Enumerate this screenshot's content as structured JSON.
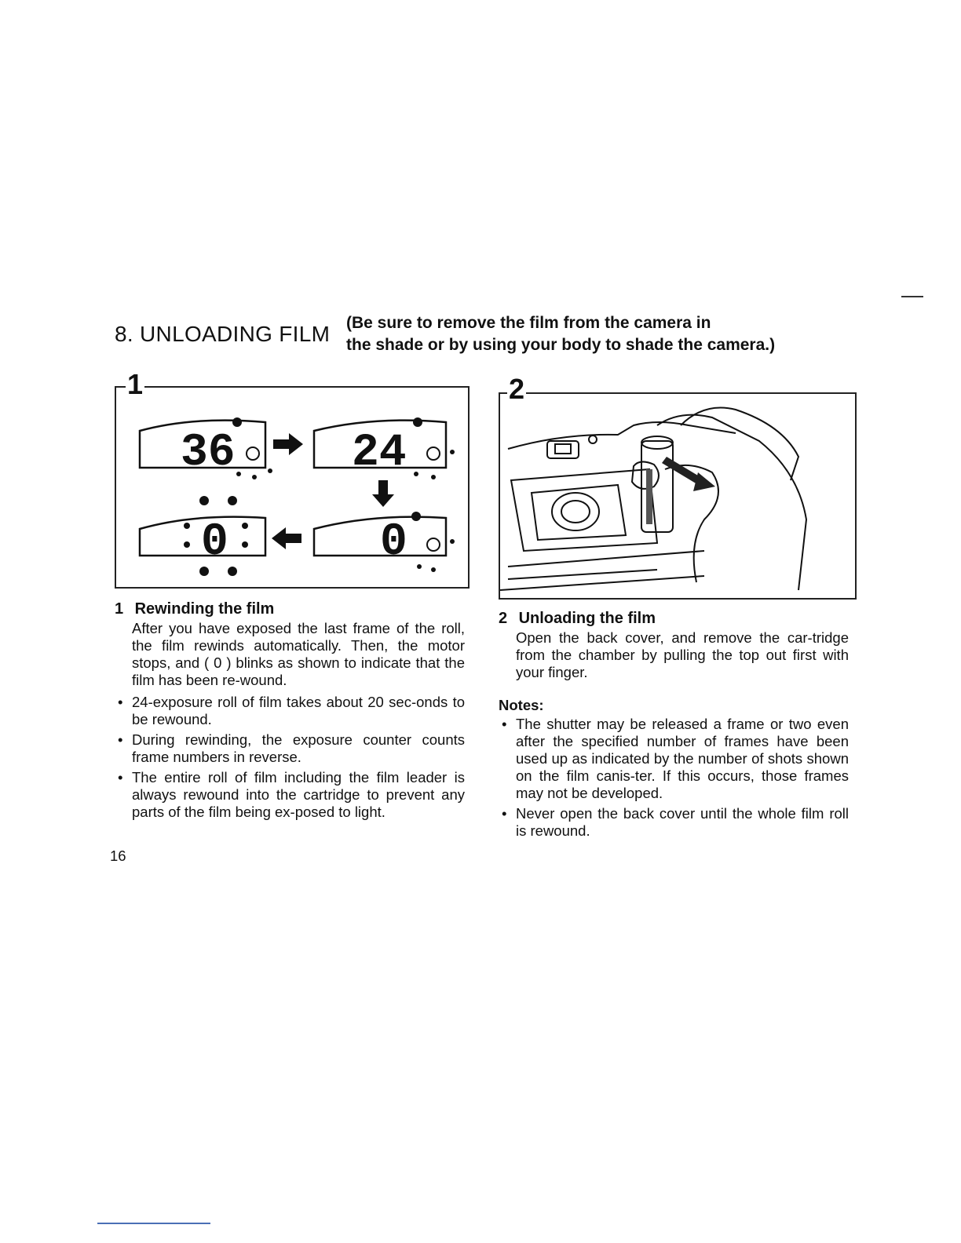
{
  "header": {
    "title": "8. UNLOADING FILM",
    "note_line1": "(Be sure to remove the film from the camera in",
    "note_line2": "the shade or by using your body to shade the camera.)"
  },
  "figure1": {
    "number": "1",
    "displays": [
      "36",
      "24",
      "0",
      "0"
    ]
  },
  "figure2": {
    "number": "2"
  },
  "section1": {
    "number": "1",
    "heading": "Rewinding the film",
    "paragraph": "After you have exposed the last frame of the roll, the film rewinds automatically. Then, the motor stops, and ( 0 ) blinks as shown to indicate that the film has been re-wound.",
    "bullets": [
      "24-exposure roll of film takes about 20 sec-onds to be rewound.",
      "During rewinding, the exposure counter counts frame numbers in reverse.",
      "The entire roll of film including the film leader is always rewound into the cartridge to prevent any parts of the film being ex-posed to light."
    ]
  },
  "section2": {
    "number": "2",
    "heading": "Unloading the film",
    "paragraph": "Open the back cover, and remove the car-tridge from the chamber by pulling the top out first with your finger.",
    "notes_heading": "Notes:",
    "notes": [
      "The shutter may be released a frame or two even after the specified number of frames have been used up as indicated by the number of shots shown on the film canis-ter. If this occurs, those frames may not be developed.",
      "Never open the back cover until the whole film roll is rewound."
    ]
  },
  "page_number": "16"
}
